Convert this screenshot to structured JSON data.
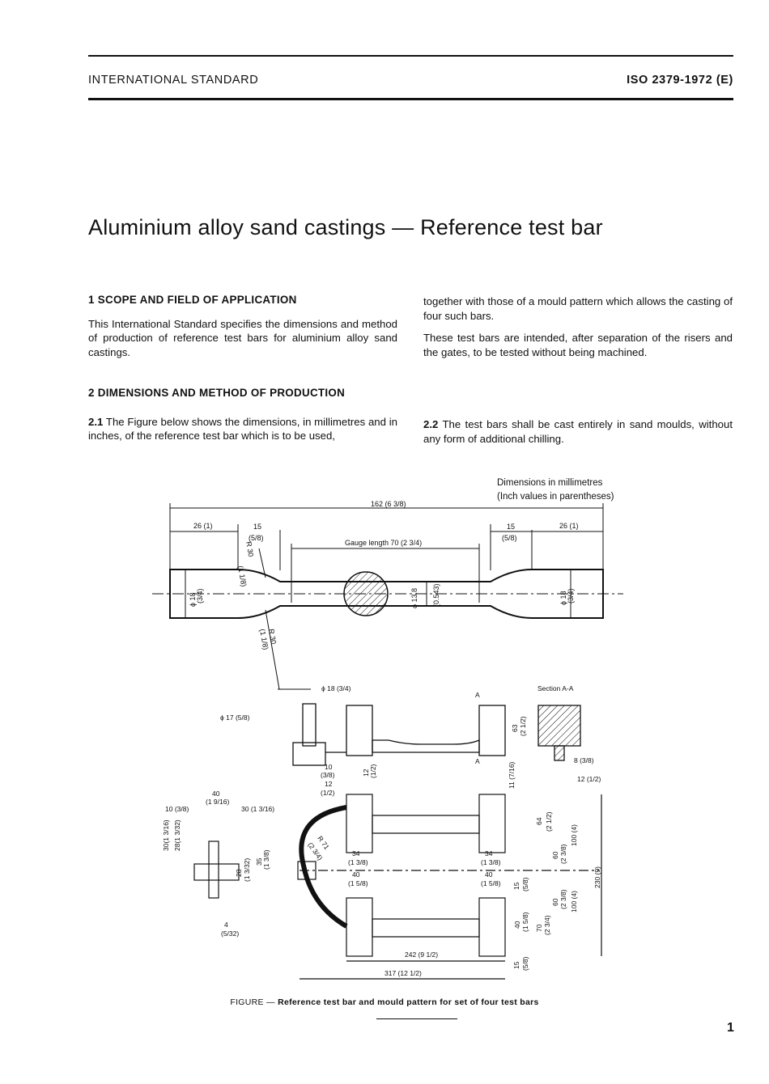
{
  "header": {
    "left": "INTERNATIONAL STANDARD",
    "right": "ISO 2379-1972 (E)"
  },
  "title": "Aluminium alloy sand castings — Reference test bar",
  "section1": {
    "heading": "1 SCOPE AND FIELD OF APPLICATION",
    "p1": "This International Standard specifies the dimensions and method of production of reference test bars for aluminium alloy sand castings.",
    "p2": "together with those of a mould pattern which allows the casting of four such bars.",
    "p3": "These test bars are intended, after separation of the risers and the gates, to be tested without being machined."
  },
  "section2": {
    "heading": "2 DIMENSIONS AND METHOD OF PRODUCTION",
    "p21_num": "2.1",
    "p21": "The Figure below shows the dimensions, in millimetres and in inches, of the reference test bar which is to be used,",
    "p22_num": "2.2",
    "p22": "The test bars shall be cast entirely in sand moulds, without any form of additional chilling."
  },
  "figure": {
    "dim_note_1": "Dimensions in millimetres",
    "dim_note_2": "(Inch values in parentheses)",
    "labels": {
      "overall": "162 (6 3/8)",
      "end_left": "26 (1)",
      "end_right": "26 (1)",
      "fillet_left": "15",
      "fillet_left_in": "(5/8)",
      "fillet_right": "15",
      "fillet_right_in": "(5/8)",
      "gauge": "Gauge length 70 (2 3/4)",
      "radius": "R 30",
      "radius_in": "(1 1/8)",
      "dia_end": "ϕ 18",
      "dia_end_in": "(3/4)",
      "dia_mid": "ϕ 13.8",
      "dia_mid_in": "(0.543)",
      "riser_dia": "ϕ 18 (3/4)",
      "sprue_dia": "ϕ 17 (5/8)",
      "section": "Section A-A",
      "sec_a": "A",
      "h63": "63",
      "h63_in": "(2 1/2)",
      "h11": "11 (7/16)",
      "h12v": "12",
      "h12v_in": "(1/2)",
      "w10": "10",
      "w10_in": "(3/8)",
      "w12": "12",
      "w12_in": "(1/2)",
      "sec_8": "8 (3/8)",
      "sec_12": "12 (1/2)",
      "d40top": "40",
      "d40top_in": "(1 9/16)",
      "d10": "10 (3/8)",
      "d30": "30 (1 3/16)",
      "d30v": "30(1 3/16)",
      "d28v": "28(1 3/32)",
      "d28": "28",
      "d28_in": "(1 3/32)",
      "d35": "35",
      "d35_in": "(1 3/8)",
      "d4": "4",
      "d4_in": "(5/32)",
      "r71": "R 71",
      "r71_in": "(2 3/4)",
      "d34l": "34",
      "d34l_in": "(1 3/8)",
      "d40l": "40",
      "d40l_in": "(1 5/8)",
      "d34r": "34",
      "d34r_in": "(1 3/8)",
      "d40r": "40",
      "d40r_in": "(1 5/8)",
      "d64": "64",
      "d64_in": "(2 1/2)",
      "d60a": "60",
      "d60a_in": "(2 3/8)",
      "d60b": "60",
      "d60b_in": "(2 3/8)",
      "d100a": "100 (4)",
      "d100b": "100 (4)",
      "d230": "230 (9)",
      "d15a": "15",
      "d15a_in": "(5/8)",
      "d40v": "40",
      "d40v_in": "(1 5/8)",
      "d70": "70",
      "d70_in": "(2 3/4)",
      "d242": "242 (9 1/2)",
      "d317": "317 (12 1/2)",
      "d15b": "15",
      "d15b_in": "(5/8)"
    },
    "caption_prefix": "FIGURE —",
    "caption": "Reference test bar and mould pattern for set of four test bars"
  },
  "page_number": "1"
}
